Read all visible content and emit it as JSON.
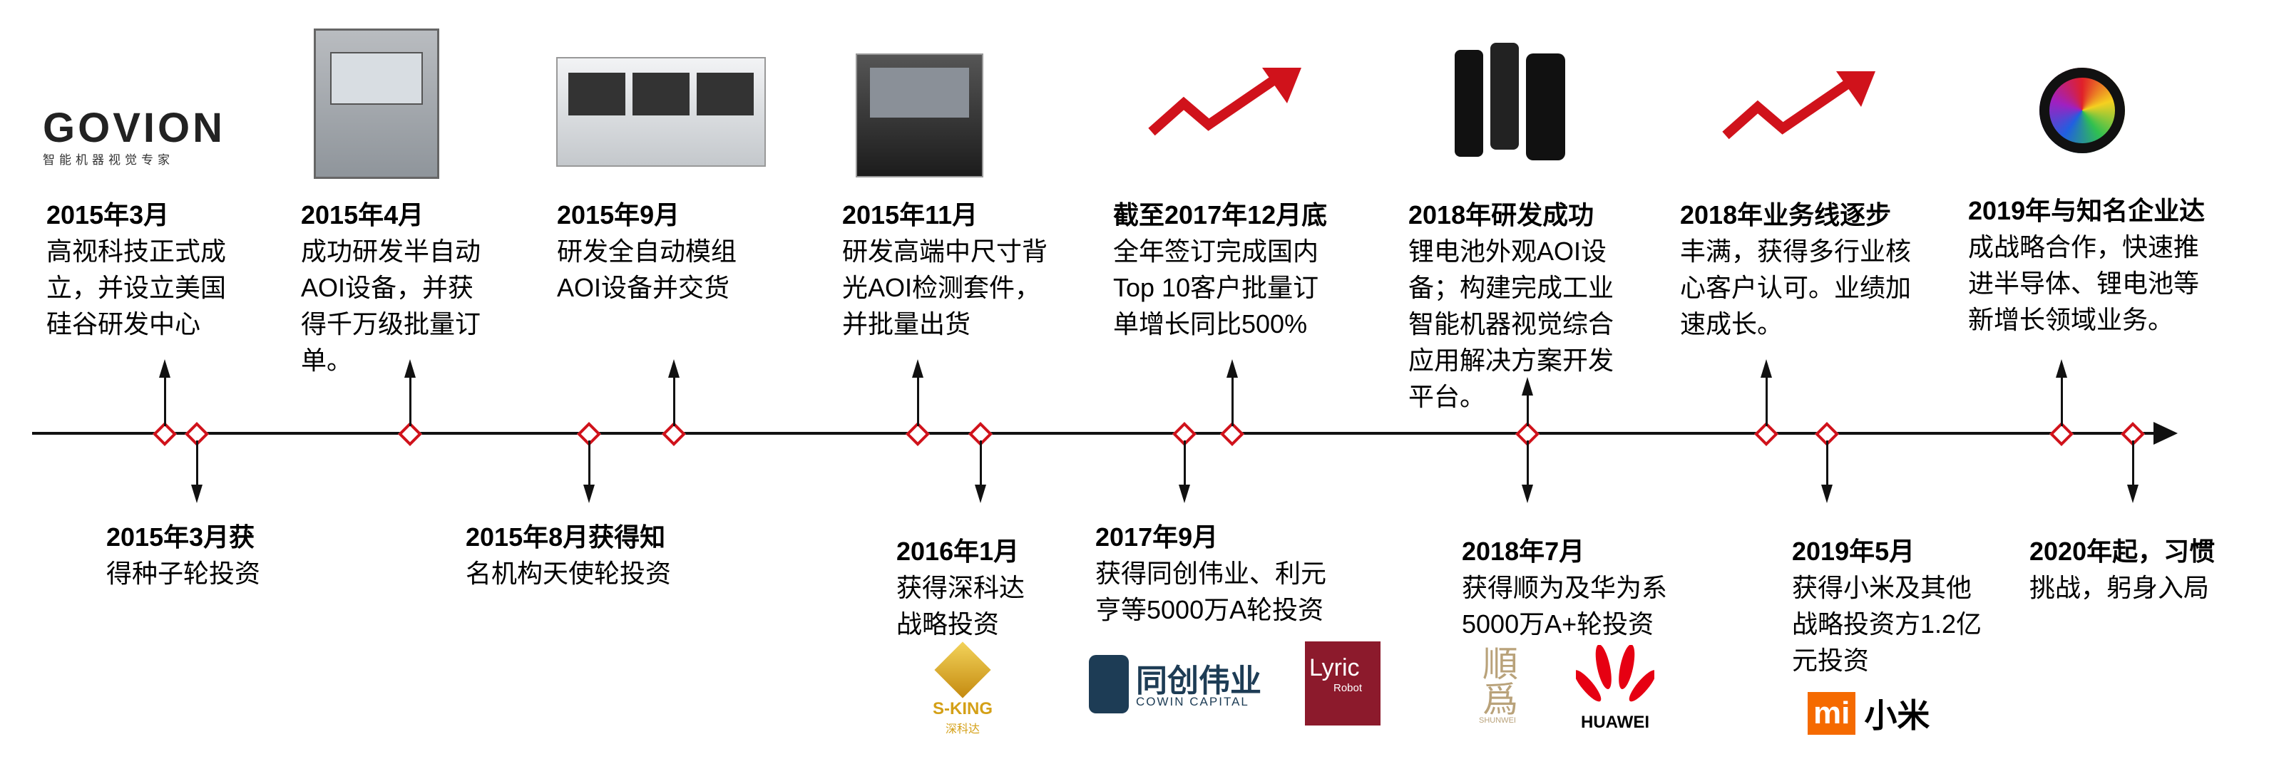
{
  "top_events": [
    {
      "lines": [
        "2015年3月",
        "高视科技正式成",
        "立，并设立美国",
        "硅谷研发中心"
      ]
    },
    {
      "lines": [
        "2015年4月",
        "成功研发半自动",
        "AOI设备，并获",
        "得千万级批量订",
        "单。"
      ]
    },
    {
      "lines": [
        "2015年9月",
        "研发全自动模组",
        "AOI设备并交货"
      ]
    },
    {
      "lines": [
        "2015年11月",
        "研发高端中尺寸背",
        "光AOI检测套件，",
        "并批量出货"
      ]
    },
    {
      "lines": [
        "截至2017年12月底",
        "全年签订完成国内",
        "Top 10客户批量订",
        "单增长同比500%"
      ]
    },
    {
      "lines": [
        "2018年研发成功",
        "锂电池外观AOI设",
        "备；构建完成工业",
        "智能机器视觉综合",
        "应用解决方案开发",
        "平台。"
      ]
    },
    {
      "lines": [
        "2018年业务线逐步",
        "丰满，获得多行业核",
        "心客户认可。业绩加",
        "速成长。"
      ]
    },
    {
      "lines": [
        "2019年与知名企业达",
        "成战略合作，快速推",
        "进半导体、锂电池等",
        "新增长领域业务。"
      ]
    }
  ],
  "bottom_events": [
    {
      "lines": [
        "2015年3月获",
        "得种子轮投资"
      ]
    },
    {
      "lines": [
        "2015年8月获得知",
        "名机构天使轮投资"
      ]
    },
    {
      "lines": [
        "2016年1月",
        "获得深科达",
        "战略投资"
      ]
    },
    {
      "lines": [
        "2017年9月",
        "获得同创伟业、利元",
        "亨等5000万A轮投资"
      ]
    },
    {
      "lines": [
        "2018年7月",
        "获得顺为及华为系",
        "5000万A+轮投资"
      ]
    },
    {
      "lines": [
        "2019年5月",
        "获得小米及其他",
        "战略投资方1.2亿",
        "元投资"
      ]
    },
    {
      "lines": [
        "2020年起，习惯",
        "挑战，躬身入局"
      ]
    }
  ],
  "logos": {
    "govion": {
      "name": "GOVION",
      "tagline": "智能机器视觉专家"
    },
    "sking": {
      "name": "S-KING",
      "cn": "深科达"
    },
    "cowin": {
      "cn": "同创伟业",
      "en": "COWIN CAPITAL"
    },
    "lyric": {
      "name": "Lyric",
      "sub": "Robot"
    },
    "shunwei": {
      "cn": "順爲",
      "en": "SHUNWEI"
    },
    "huawei": {
      "name": "HUAWEI"
    },
    "xiaomi": {
      "mark": "mi",
      "cn": "小米"
    }
  },
  "colors": {
    "marker": "#d0121b",
    "axis": "#111111",
    "huawei": "#e60012",
    "xiaomi": "#f56a00",
    "sking": "#d4a017",
    "cowin": "#1d3c55",
    "lyric": "#8c1a2c"
  },
  "icons": [
    "machine-image",
    "rising-arrow-icon",
    "battery-icon",
    "wafer-icon"
  ]
}
